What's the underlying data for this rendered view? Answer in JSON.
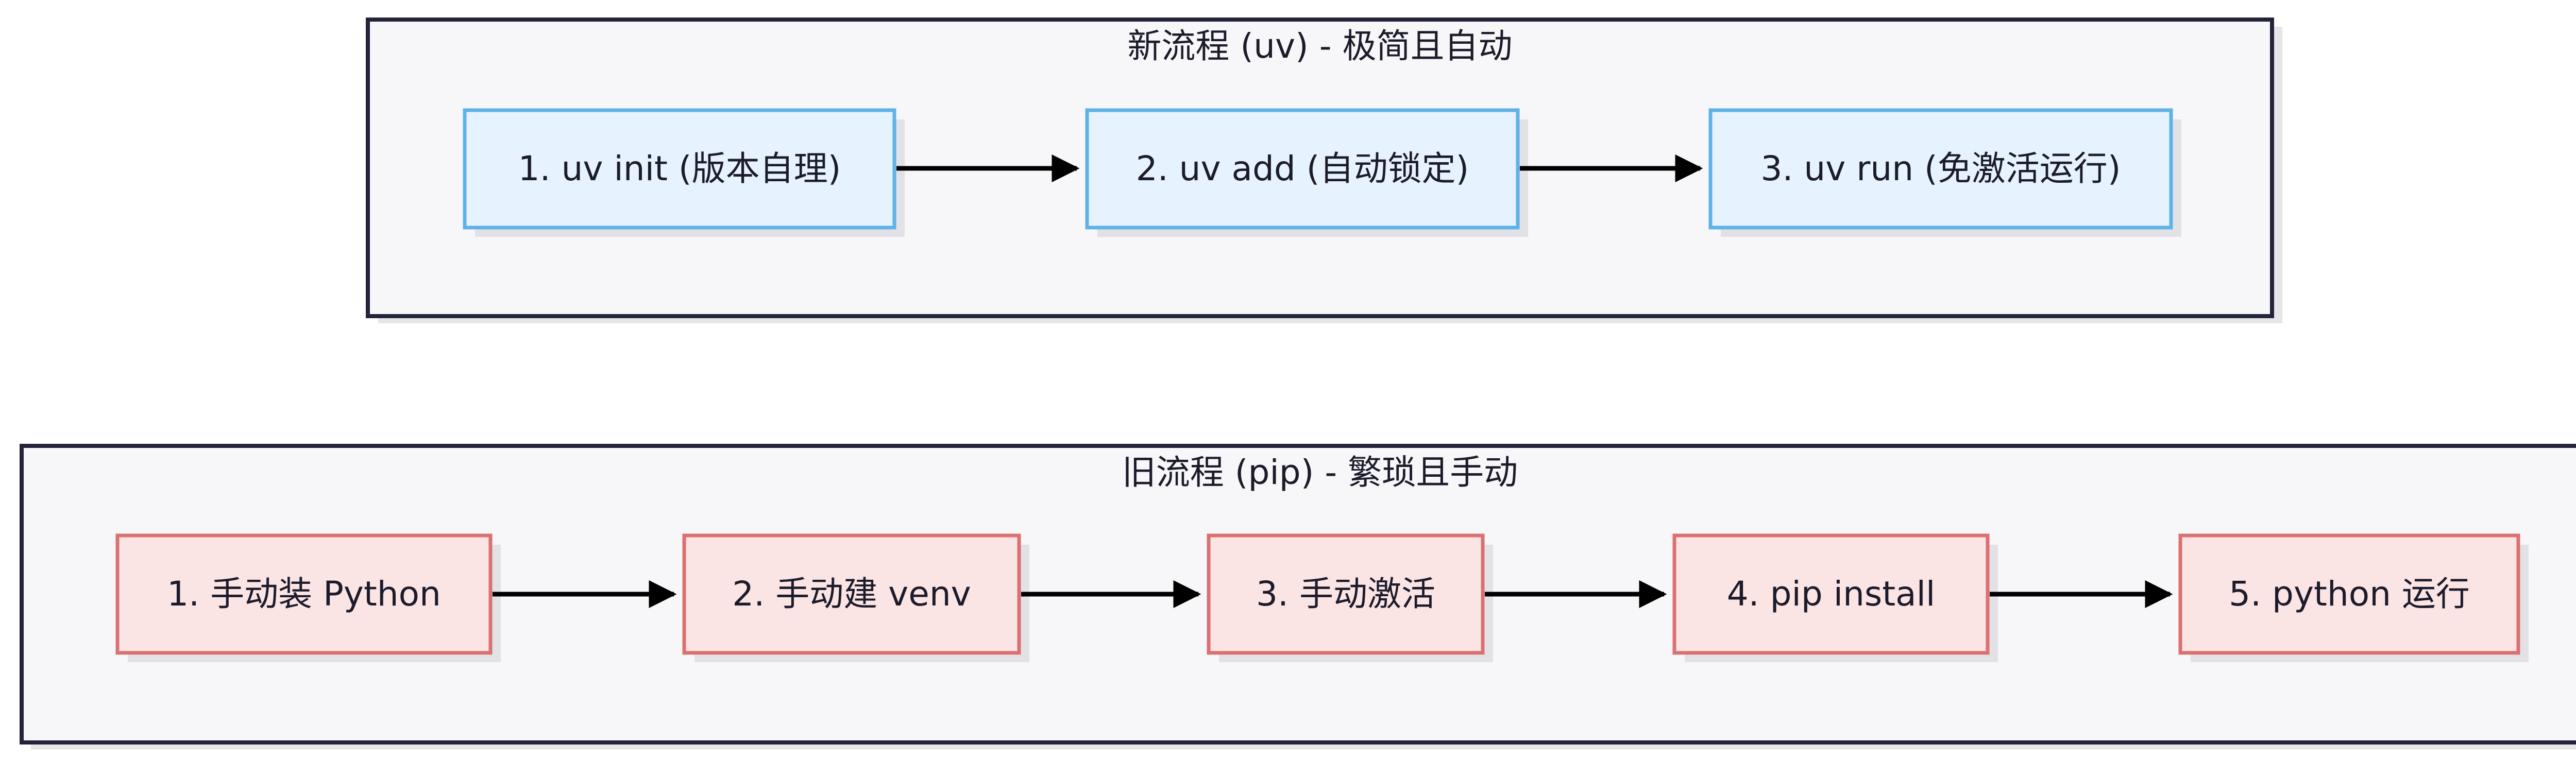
{
  "diagram": {
    "new_flow": {
      "title": "新流程 (uv) - 极简且自动",
      "steps": [
        "1. uv init (版本自理)",
        "2. uv add (自动锁定)",
        "3. uv run (免激活运行)"
      ]
    },
    "old_flow": {
      "title": "旧流程 (pip) - 繁琐且手动",
      "steps": [
        "1. 手动装 Python",
        "2. 手动建 venv",
        "3. 手动激活",
        "4. pip install",
        "5. python 运行"
      ]
    }
  },
  "colors": {
    "group_fill": "#f7f7f9",
    "group_border": "#23233a",
    "shadow": "#e2e2e6",
    "new_fill": "#e6f2fd",
    "new_border": "#5fb2e8",
    "old_fill": "#fbe4e4",
    "old_border": "#dc7070",
    "arrow": "#000000",
    "text": "#1b1b2b"
  }
}
